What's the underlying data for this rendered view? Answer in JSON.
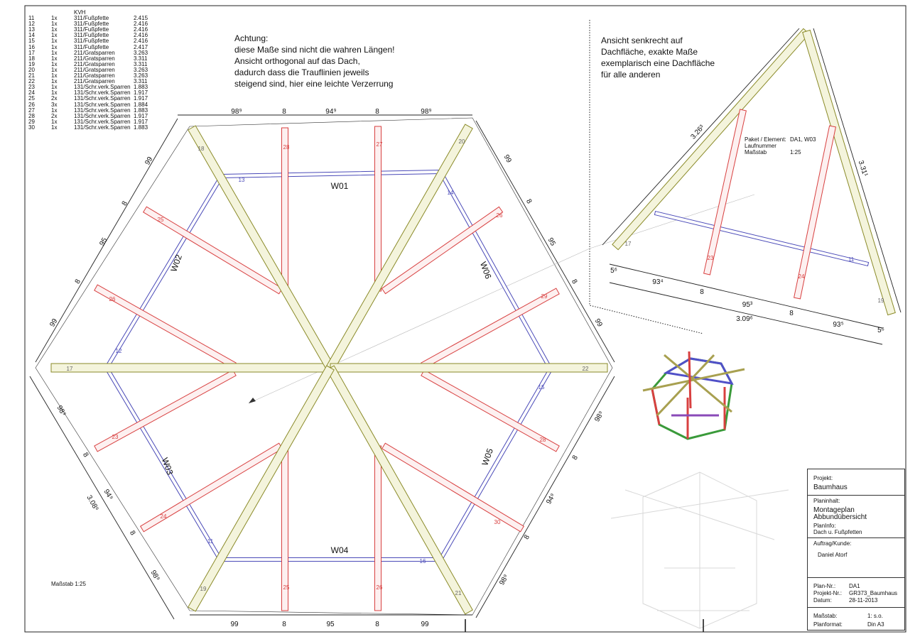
{
  "kvh": {
    "header": "KVH",
    "rows": [
      [
        "11",
        "1x",
        "311/Fußpfette",
        "2.415"
      ],
      [
        "12",
        "1x",
        "311/Fußpfette",
        "2.416"
      ],
      [
        "13",
        "1x",
        "311/Fußpfette",
        "2.416"
      ],
      [
        "14",
        "1x",
        "311/Fußpfette",
        "2.416"
      ],
      [
        "15",
        "1x",
        "311/Fußpfette",
        "2.416"
      ],
      [
        "16",
        "1x",
        "311/Fußpfette",
        "2.417"
      ],
      [
        "17",
        "1x",
        "211/Gratsparren",
        "3.263"
      ],
      [
        "18",
        "1x",
        "211/Gratsparren",
        "3.311"
      ],
      [
        "19",
        "1x",
        "211/Gratsparren",
        "3.311"
      ],
      [
        "20",
        "1x",
        "211/Gratsparren",
        "3.263"
      ],
      [
        "21",
        "1x",
        "211/Gratsparren",
        "3.263"
      ],
      [
        "22",
        "1x",
        "211/Gratsparren",
        "3.311"
      ],
      [
        "23",
        "1x",
        "131/Schr.verk.Sparren",
        "1.883"
      ],
      [
        "24",
        "1x",
        "131/Schr.verk.Sparren",
        "1.917"
      ],
      [
        "25",
        "2x",
        "131/Schr.verk.Sparren",
        "1.917"
      ],
      [
        "26",
        "3x",
        "131/Schr.verk.Sparren",
        "1.884"
      ],
      [
        "27",
        "1x",
        "131/Schr.verk.Sparren",
        "1.883"
      ],
      [
        "28",
        "2x",
        "131/Schr.verk.Sparren",
        "1.917"
      ],
      [
        "29",
        "1x",
        "131/Schr.verk.Sparren",
        "1.917"
      ],
      [
        "30",
        "1x",
        "131/Schr.verk.Sparren",
        "1.883"
      ]
    ]
  },
  "note_left": [
    "Achtung:",
    "diese Maße sind nicht die wahren Längen!",
    "Ansicht orthogonal auf das Dach,",
    "dadurch dass die Trauflinien jeweils",
    "steigend sind, hier eine leichte Verzerrung"
  ],
  "note_right": [
    "Ansicht senkrecht auf",
    "Dachfläche, exakte Maße",
    "exemplarisch eine Dachfläche",
    "für alle anderen"
  ],
  "scale_label": "Maßstab   1:25",
  "detail": {
    "paket_label": "Paket / Element:",
    "paket_value": "DA1, W03",
    "laufnummer_label": "Laufnummer",
    "massstab_label": "Maßstab",
    "massstab_value": "1:25",
    "dims": [
      "3.26³",
      "3.31¹",
      "5⁶",
      "93⁴",
      "8",
      "95³",
      "8",
      "93⁵",
      "5⁶",
      "3.09⁶"
    ],
    "members": [
      "17",
      "19",
      "11",
      "23",
      "24"
    ]
  },
  "plan": {
    "walls": [
      "W01",
      "W02",
      "W03",
      "W04",
      "W05",
      "W06"
    ],
    "plates": [
      "13",
      "14",
      "15",
      "16",
      "11",
      "12"
    ],
    "hips": [
      "17",
      "18",
      "20",
      "22",
      "21",
      "19"
    ],
    "rafters": [
      "28",
      "27",
      "25",
      "26",
      "26",
      "29",
      "23",
      "28",
      "24",
      "30",
      "25",
      "26"
    ],
    "dims_top": [
      "98⁹",
      "8",
      "94⁹",
      "8",
      "98⁹"
    ],
    "dims_bottom": [
      "99",
      "8",
      "95",
      "8",
      "99"
    ],
    "dims_ul": [
      "99",
      "8",
      "95",
      "8",
      "99"
    ],
    "dims_ur": [
      "99",
      "8",
      "95",
      "8",
      "99"
    ],
    "dims_ll": [
      "98⁹",
      "8",
      "94⁹",
      "8",
      "98⁹",
      "3.08⁶"
    ],
    "dims_lr": [
      "98⁹",
      "8",
      "94⁹",
      "8",
      "98⁹"
    ]
  },
  "title_block": {
    "projekt_label": "Projekt:",
    "projekt": "Baumhaus",
    "planinhalt_label": "Planinhalt:",
    "planinhalt_1": "Montageplan",
    "planinhalt_2": "Abbundübersicht",
    "planinfo_label": "PlanInfo:",
    "planinfo": "Dach u. Fußpfetten",
    "auftrag_label": "Auftrag/Kunde:",
    "kunde": "Daniel Atorf",
    "plan_nr_label": "Plan-Nr.:",
    "plan_nr": "DA1",
    "projekt_nr_label": "Projekt-Nr.:",
    "projekt_nr": "GR373_Baumhaus",
    "datum_label": "Datum:",
    "datum": "28-11-2013",
    "massstab_label": "Maßstab:",
    "massstab": "1:  s.o.",
    "planformat_label": "Planformat:",
    "planformat": "Din A3"
  },
  "colors": {
    "hip": "#8a8a28",
    "hip_fill": "#f4f4dc",
    "rafter": "#d84040",
    "plate": "#4a4ab8",
    "line": "#222222"
  }
}
